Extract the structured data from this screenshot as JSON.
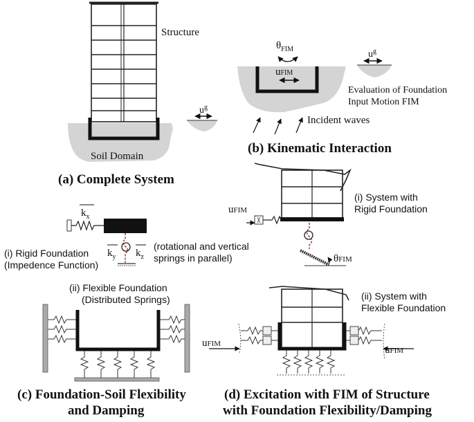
{
  "panels": {
    "a": {
      "structure_label": "Structure",
      "ug_label": "u",
      "ug_sub": "g",
      "soil_label": "Soil Domain",
      "caption": "(a) Complete System"
    },
    "b": {
      "theta_label": "θ",
      "theta_sub": "FIM",
      "u_label": "u",
      "u_sub": "FIM",
      "ug_label": "u",
      "ug_sub": "g",
      "eval_line1": "Evaluation of Foundation",
      "eval_line2": "Input Motion FIM",
      "incident_label": "Incident waves",
      "caption": "(b) Kinematic Interaction"
    },
    "c": {
      "kx_label": "k",
      "kx_sub": "x",
      "ky_label": "k",
      "ky_sub": "y",
      "kz_label": "k",
      "kz_sub": "z",
      "rigid_line1": "(i) Rigid Foundation",
      "rigid_line2": "(Impedence Function)",
      "springs_line1": "(rotational and vertical",
      "springs_line2": "springs in parallel)",
      "flex_line1": "(ii) Flexible Foundation",
      "flex_line2": "(Distributed Springs)",
      "caption_line1": "(c) Foundation-Soil Flexibility",
      "caption_line2": "and Damping"
    },
    "d": {
      "rigid_line1": "(i) System with",
      "rigid_line2": "Rigid Foundation",
      "ufim_label": "u",
      "ufim_sub": "FIM",
      "theta_label": "θ",
      "theta_sub": "FIM",
      "flex_line1": "(ii) System with",
      "flex_line2": "Flexible Foundation",
      "ufim_left_label": "u",
      "ufim_left_sub": "FIM",
      "ufim_right_label": "u",
      "ufim_right_sub": "FIM",
      "caption_line1": "(d) Excitation with FIM of Structure",
      "caption_line2": "with Foundation Flexibility/Damping"
    }
  }
}
